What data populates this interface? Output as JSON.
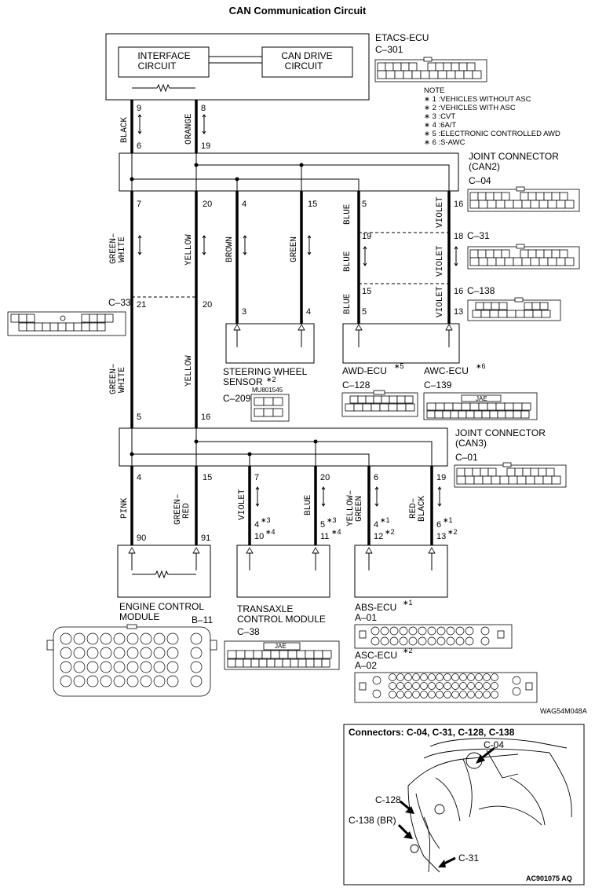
{
  "title": "CAN Communication Circuit",
  "etacs": {
    "name": "ETACS-ECU",
    "connector": "C–301",
    "interface_l1": "INTERFACE",
    "interface_l2": "CIRCUIT",
    "can_l1": "CAN DRIVE",
    "can_l2": "CIRCUIT"
  },
  "note": {
    "heading": "NOTE",
    "items": [
      "∗ 1 :VEHICLES WITHOUT ASC",
      "∗ 2 :VEHICLES WITH ASC",
      "∗ 3 :CVT",
      "∗ 4 :6A/T",
      "∗ 5 :ELECTRONIC CONTROLLED AWD",
      "∗ 6 :S-AWC"
    ]
  },
  "jc2": {
    "l1": "JOINT CONNECTOR",
    "l2": "(CAN2)",
    "connector": "C–04"
  },
  "jc3": {
    "l1": "JOINT CONNECTOR",
    "l2": "(CAN3)",
    "connector": "C–01"
  },
  "wires": {
    "black": "BLACK",
    "orange": "ORANGE",
    "green_white_1": "GREEN–",
    "green_white_2": "WHITE",
    "yellow": "YELLOW",
    "brown": "BROWN",
    "green": "GREEN",
    "blue": "BLUE",
    "violet": "VIOLET",
    "pink": "PINK",
    "green_red_1": "GREEN–",
    "green_red_2": "RED",
    "yellow_green_1": "YELLOW–",
    "yellow_green_2": "GREEN",
    "red_black_1": "RED–",
    "red_black_2": "BLACK"
  },
  "pins": {
    "p9": "9",
    "p8": "8",
    "p6": "6",
    "p19": "19",
    "p7": "7",
    "p20": "20",
    "p4": "4",
    "p15": "15",
    "p5": "5",
    "p16": "16",
    "p18": "18",
    "p13": "13",
    "p3": "3",
    "p21": "21",
    "p90": "90",
    "p91": "91",
    "p10": "10",
    "p11": "11",
    "p12": "12"
  },
  "connectors": {
    "c31": "C–31",
    "c138": "C–138",
    "c33": "C–33",
    "c128": "C–128",
    "c139": "C–139",
    "c209": "C–209",
    "c209_part": "MU801545",
    "b11": "B–11",
    "c38": "C–38",
    "a01": "A–01",
    "a02": "A–02",
    "jae": "JAE"
  },
  "components": {
    "steering_l1": "STEERING WHEEL",
    "steering_l2": "SENSOR",
    "awd": "AWD-ECU",
    "awc": "AWC-ECU",
    "ecm_l1": "ENGINE CONTROL",
    "ecm_l2": "MODULE",
    "tcm_l1": "TRANSAXLE",
    "tcm_l2": "CONTROL MODULE",
    "abs": "ABS-ECU",
    "asc": "ASC-ECU"
  },
  "stars": {
    "s1": "∗1",
    "s2": "∗2",
    "s3": "∗3",
    "s4": "∗4",
    "s5": "∗5",
    "s6": "∗6"
  },
  "figure_code": "WAG54M048A",
  "inset": {
    "title": "Connectors: C-04, C-31, C-128, C-138",
    "c04": "C-04",
    "c128": "C-128",
    "c138br": "C-138 (BR)",
    "c31": "C-31",
    "code": "AC901075 AQ"
  }
}
